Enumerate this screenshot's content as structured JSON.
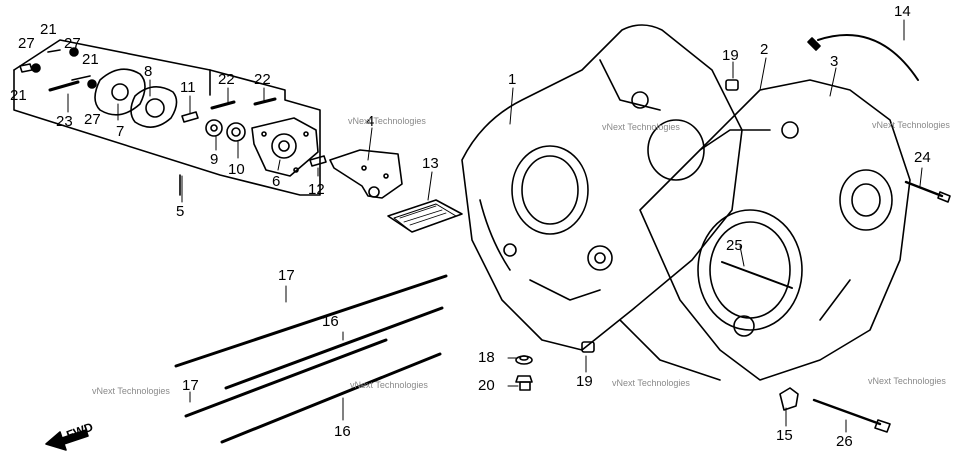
{
  "diagram": {
    "callouts": {
      "c1": "1",
      "c2": "2",
      "c3": "3",
      "c4": "4",
      "c5": "5",
      "c6": "6",
      "c7": "7",
      "c8": "8",
      "c9": "9",
      "c10": "10",
      "c11": "11",
      "c12": "12",
      "c13": "13",
      "c14": "14",
      "c15": "15",
      "c16a": "16",
      "c16b": "16",
      "c17a": "17",
      "c17b": "17",
      "c18": "18",
      "c19a": "19",
      "c19b": "19",
      "c20": "20",
      "c21a": "21",
      "c21b": "21",
      "c21c": "21",
      "c22a": "22",
      "c22b": "22",
      "c23": "23",
      "c24": "24",
      "c25": "25",
      "c26": "26",
      "c27a": "27",
      "c27b": "27",
      "c27c": "27"
    },
    "fwd_label": "FWD",
    "watermark": "vNext Technologies"
  }
}
